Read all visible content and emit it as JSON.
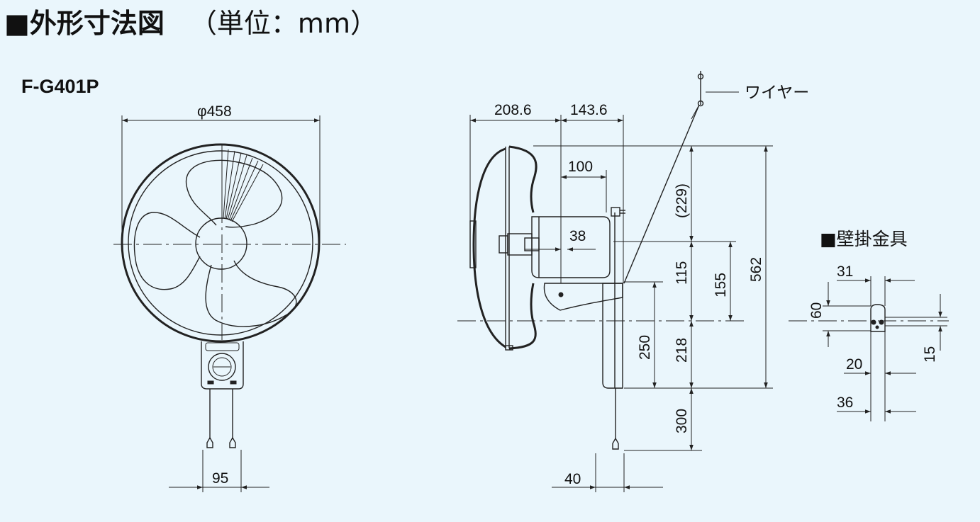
{
  "title": {
    "marker": "■",
    "heading": "外形寸法図",
    "unit": "（単位：mm）"
  },
  "model": "F-G401P",
  "bracket_title": "■壁掛金具",
  "wire_label": "ワイヤー",
  "front_view": {
    "diameter": "φ458",
    "pull_spacing": "95"
  },
  "side_view": {
    "depth_front": "208.6",
    "depth_back": "143.6",
    "motor_offset": "100",
    "bracket_offset": "38",
    "dim_229": "(229)",
    "dim_115": "115",
    "dim_155": "155",
    "dim_562": "562",
    "dim_250": "250",
    "dim_218": "218",
    "dim_300": "300",
    "dim_40": "40"
  },
  "bracket": {
    "dim_31": "31",
    "dim_60": "60",
    "dim_15": "15",
    "dim_20": "20",
    "dim_36": "36"
  }
}
